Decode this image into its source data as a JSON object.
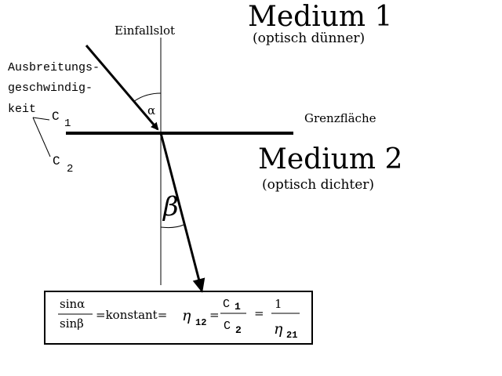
{
  "medium1": {
    "name": "Medium 1",
    "note": "(optisch dünner)"
  },
  "medium2": {
    "name": "Medium 2",
    "note": "(optisch dichter)"
  },
  "labels": {
    "normal": "Einfallslot",
    "interface": "Grenzfläche",
    "speed_line1": "Ausbreitungs-",
    "speed_line2": "geschwindig-",
    "speed_line3": "keit",
    "c1_letter": "C",
    "c1_index": "1",
    "c2_letter": "C",
    "c2_index": "2",
    "alpha": "α",
    "beta": "β"
  },
  "formula": {
    "lhs_num": "sinα",
    "lhs_den": "sinβ",
    "eq1": "=konstant=",
    "eta": "η",
    "eta_index_12": "12",
    "eq2": "=",
    "rhs_num": "C",
    "rhs_num_index": "1",
    "rhs_den": "C",
    "rhs_den_index": "2",
    "eq3": "=",
    "one": "1",
    "eta2": "η",
    "eta_index_21": "21"
  }
}
